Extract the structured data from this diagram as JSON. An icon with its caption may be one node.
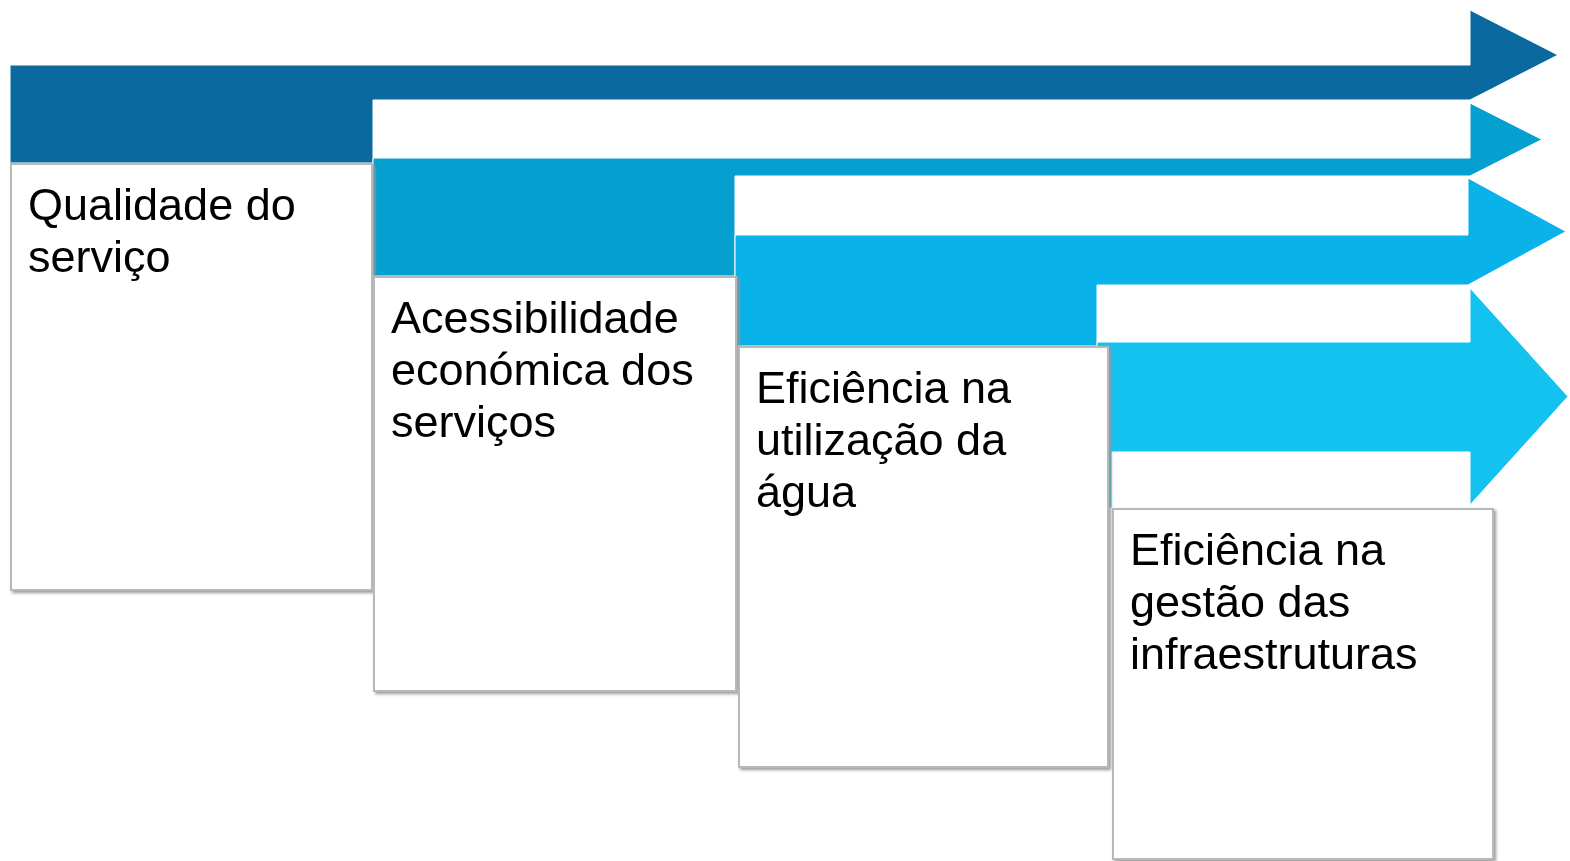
{
  "diagram": {
    "nodes": [
      {
        "text": [
          "Qualidade do serviço"
        ]
      },
      {
        "text": [
          "Acessibilidade económica dos serviços"
        ]
      },
      {
        "text": [
          "Eficiência na utilização da água"
        ]
      },
      {
        "text": [
          "Eficiência na gestão das infraestruturas"
        ]
      }
    ],
    "edges": [
      {
        "from": 0,
        "to": null,
        "arrow": "to",
        "color": "#0a6aa0"
      },
      {
        "from": 1,
        "to": null,
        "arrow": "to",
        "color": "#06a0d0"
      },
      {
        "from": 2,
        "to": null,
        "arrow": "to",
        "color": "#09b2e8"
      },
      {
        "from": 3,
        "to": null,
        "arrow": "to",
        "color": "#14c2f0"
      }
    ]
  }
}
